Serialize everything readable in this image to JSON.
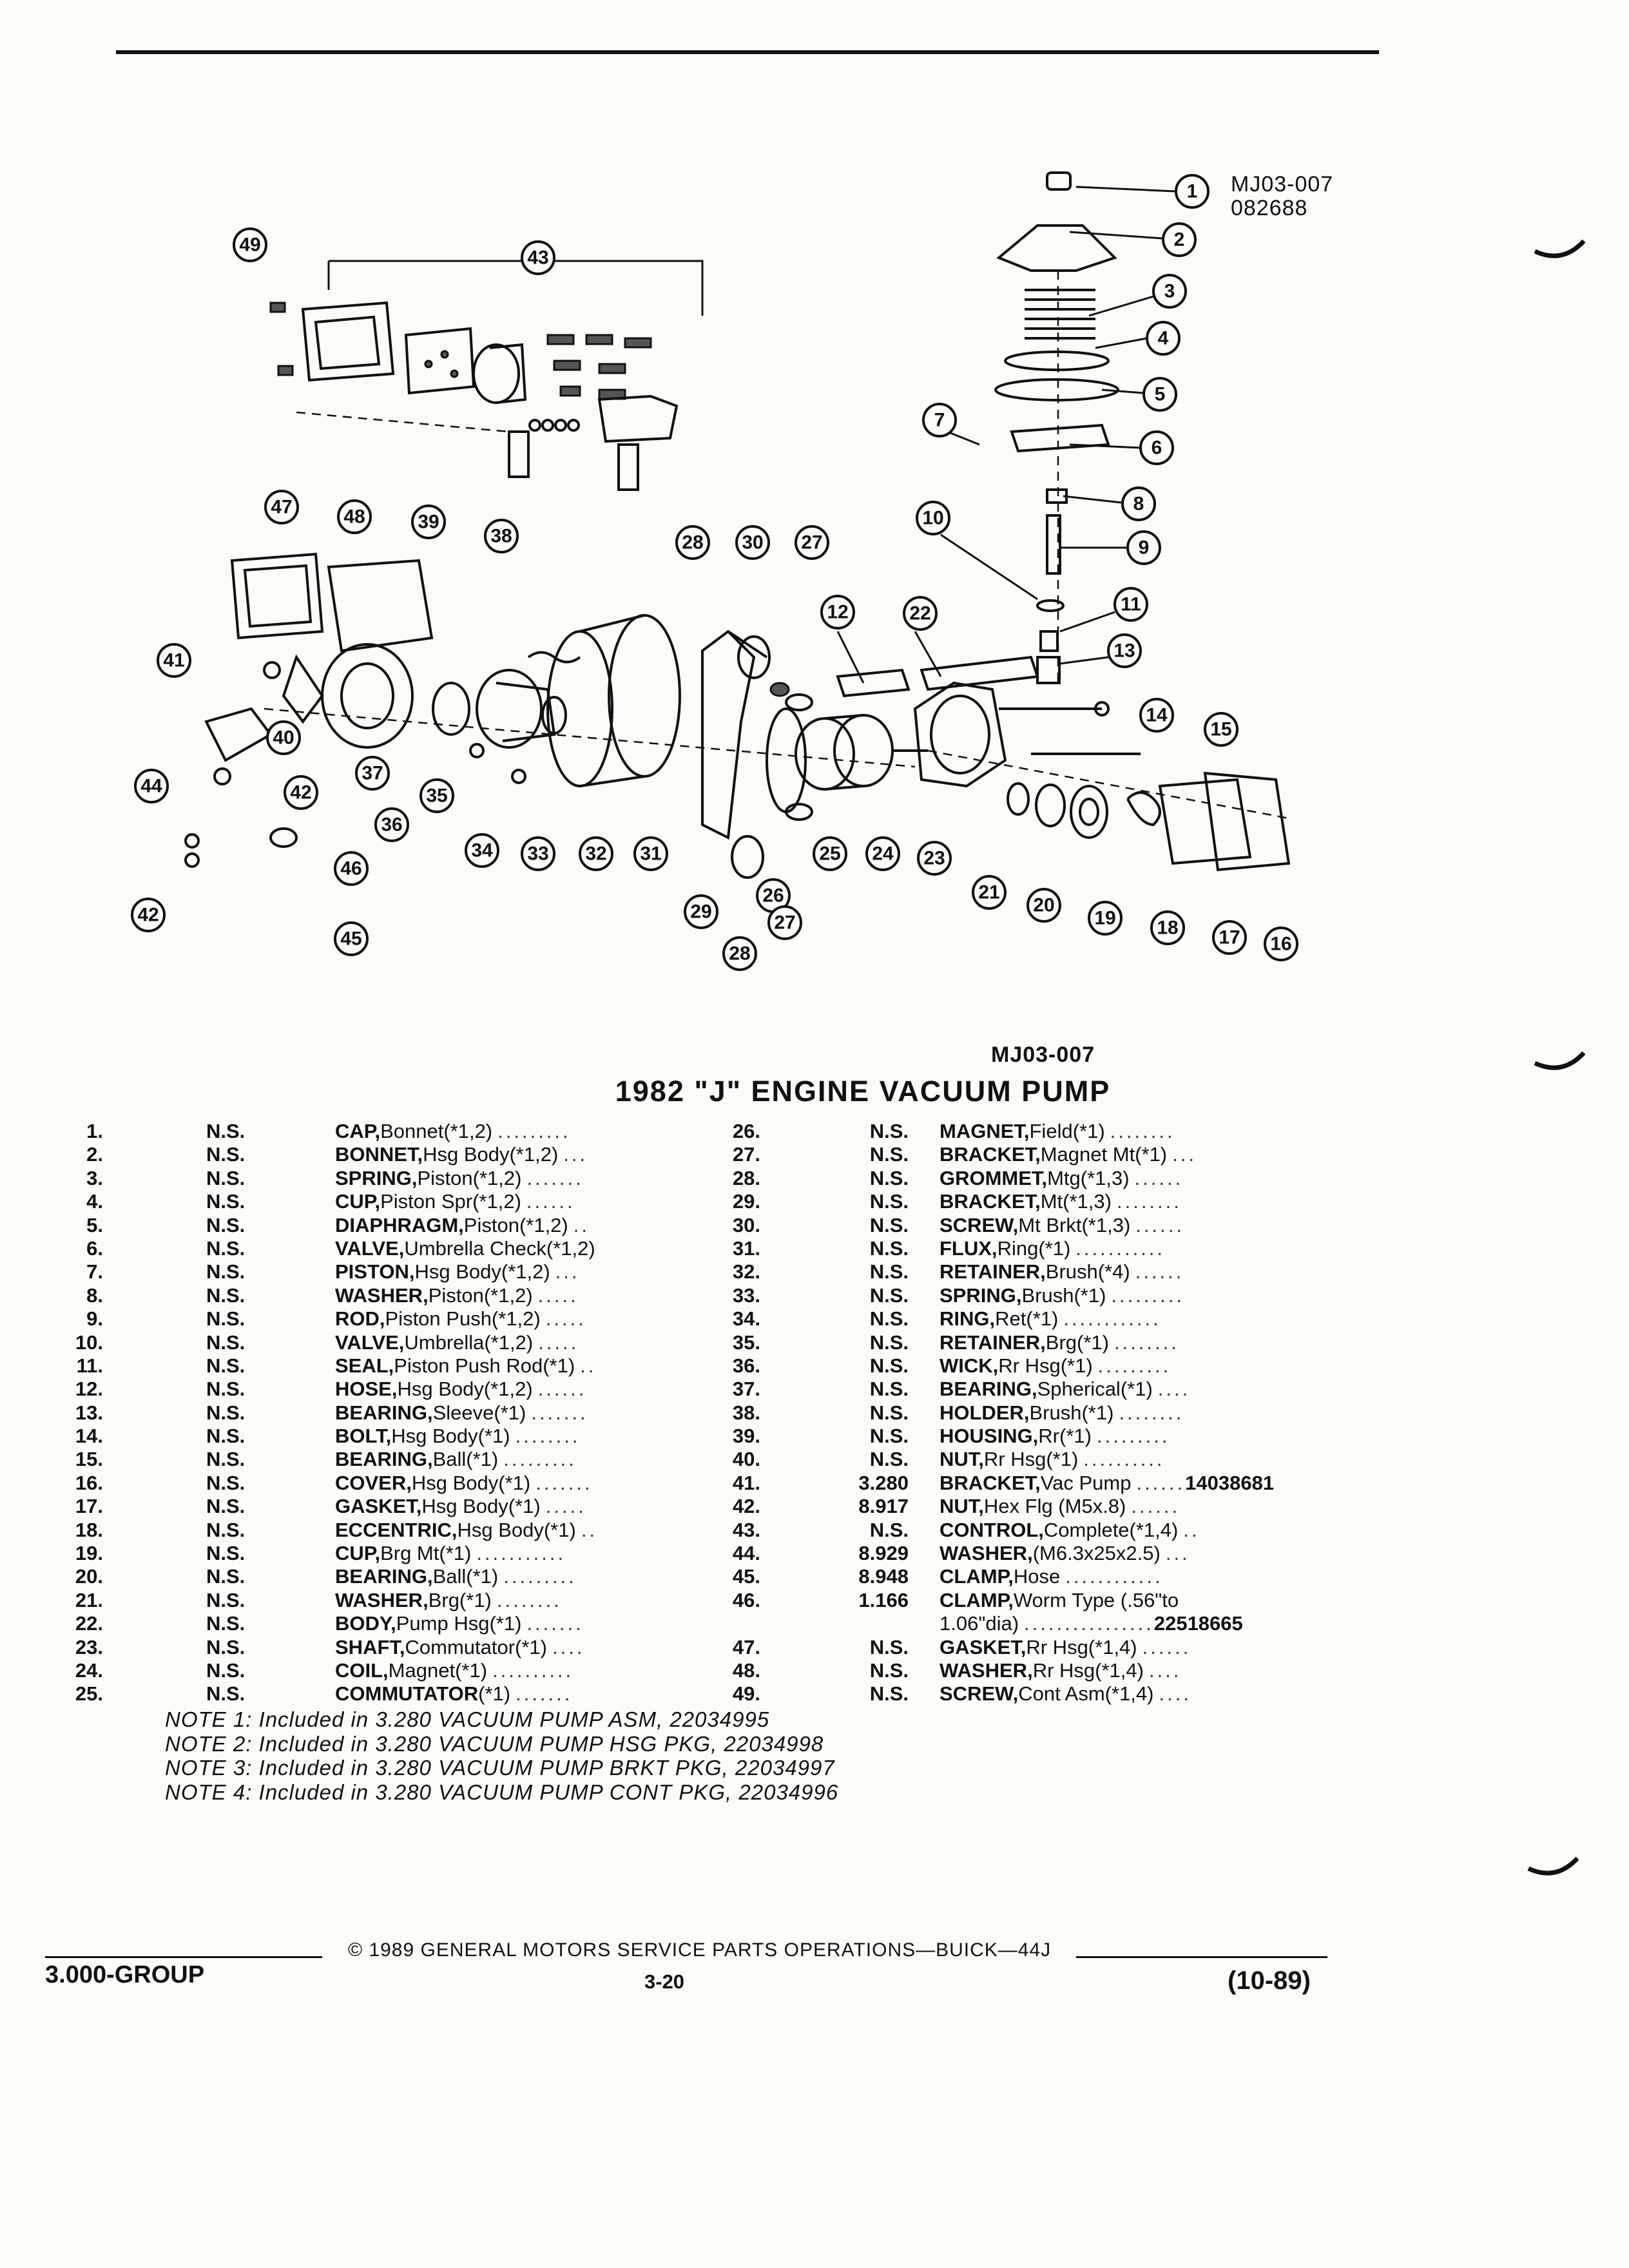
{
  "figure_code_top": [
    "MJ03-007",
    "082688"
  ],
  "figure_code_bottom": "MJ03-007",
  "title": "1982 \"J\" ENGINE VACUUM PUMP",
  "callouts": [
    "1",
    "2",
    "3",
    "4",
    "5",
    "6",
    "7",
    "8",
    "9",
    "10",
    "11",
    "12",
    "13",
    "14",
    "15",
    "16",
    "17",
    "18",
    "19",
    "20",
    "21",
    "22",
    "23",
    "24",
    "25",
    "26",
    "27",
    "27",
    "28",
    "28",
    "29",
    "30",
    "31",
    "32",
    "33",
    "34",
    "35",
    "36",
    "37",
    "38",
    "39",
    "40",
    "41",
    "42",
    "42",
    "43",
    "44",
    "45",
    "46",
    "47",
    "48",
    "49"
  ],
  "parts_left": [
    {
      "num": "1.",
      "code": "N.S.",
      "name": "CAP,",
      "desc": " Bonnet(*1,2)",
      "dots": "........."
    },
    {
      "num": "2.",
      "code": "N.S.",
      "name": "BONNET,",
      "desc": " Hsg Body(*1,2)",
      "dots": "..."
    },
    {
      "num": "3.",
      "code": "N.S.",
      "name": "SPRING,",
      "desc": " Piston(*1,2)",
      "dots": "......."
    },
    {
      "num": "4.",
      "code": "N.S.",
      "name": "CUP,",
      "desc": " Piston Spr(*1,2)",
      "dots": "......"
    },
    {
      "num": "5.",
      "code": "N.S.",
      "name": "DIAPHRAGM,",
      "desc": " Piston(*1,2)",
      "dots": ".."
    },
    {
      "num": "6.",
      "code": "N.S.",
      "name": "VALVE,",
      "desc": " Umbrella Check(*1,2)",
      "dots": ""
    },
    {
      "num": "7.",
      "code": "N.S.",
      "name": "PISTON,",
      "desc": " Hsg Body(*1,2)",
      "dots": "..."
    },
    {
      "num": "8.",
      "code": "N.S.",
      "name": "WASHER,",
      "desc": " Piston(*1,2)",
      "dots": "....."
    },
    {
      "num": "9.",
      "code": "N.S.",
      "name": "ROD,",
      "desc": " Piston Push(*1,2)",
      "dots": "....."
    },
    {
      "num": "10.",
      "code": "N.S.",
      "name": "VALVE,",
      "desc": " Umbrella(*1,2)",
      "dots": "....."
    },
    {
      "num": "11.",
      "code": "N.S.",
      "name": "SEAL,",
      "desc": " Piston Push Rod(*1)",
      "dots": ".."
    },
    {
      "num": "12.",
      "code": "N.S.",
      "name": "HOSE,",
      "desc": " Hsg Body(*1,2)",
      "dots": "......"
    },
    {
      "num": "13.",
      "code": "N.S.",
      "name": "BEARING,",
      "desc": " Sleeve(*1)",
      "dots": "......."
    },
    {
      "num": "14.",
      "code": "N.S.",
      "name": "BOLT,",
      "desc": " Hsg Body(*1)",
      "dots": "........"
    },
    {
      "num": "15.",
      "code": "N.S.",
      "name": "BEARING,",
      "desc": " Ball(*1)",
      "dots": "........."
    },
    {
      "num": "16.",
      "code": "N.S.",
      "name": "COVER,",
      "desc": " Hsg Body(*1)",
      "dots": "......."
    },
    {
      "num": "17.",
      "code": "N.S.",
      "name": "GASKET,",
      "desc": " Hsg Body(*1)",
      "dots": "....."
    },
    {
      "num": "18.",
      "code": "N.S.",
      "name": "ECCENTRIC,",
      "desc": " Hsg Body(*1)",
      "dots": ".."
    },
    {
      "num": "19.",
      "code": "N.S.",
      "name": "CUP,",
      "desc": " Brg Mt(*1)",
      "dots": "..........."
    },
    {
      "num": "20.",
      "code": "N.S.",
      "name": "BEARING,",
      "desc": " Ball(*1)",
      "dots": "........."
    },
    {
      "num": "21.",
      "code": "N.S.",
      "name": "WASHER,",
      "desc": " Brg(*1)",
      "dots": "........"
    },
    {
      "num": "22.",
      "code": "N.S.",
      "name": "BODY,",
      "desc": " Pump Hsg(*1)",
      "dots": "......."
    },
    {
      "num": "23.",
      "code": "N.S.",
      "name": "SHAFT,",
      "desc": " Commutator(*1)",
      "dots": "...."
    },
    {
      "num": "24.",
      "code": "N.S.",
      "name": "COIL,",
      "desc": " Magnet(*1)",
      "dots": ".........."
    },
    {
      "num": "25.",
      "code": "N.S.",
      "name": "COMMUTATOR",
      "desc": " (*1)",
      "dots": "......."
    }
  ],
  "parts_right": [
    {
      "num": "26.",
      "code": "N.S.",
      "name": "MAGNET,",
      "desc": " Field(*1)",
      "dots": "........",
      "pn": ""
    },
    {
      "num": "27.",
      "code": "N.S.",
      "name": "BRACKET,",
      "desc": " Magnet Mt(*1)",
      "dots": "...",
      "pn": ""
    },
    {
      "num": "28.",
      "code": "N.S.",
      "name": "GROMMET,",
      "desc": " Mtg(*1,3)",
      "dots": "......",
      "pn": ""
    },
    {
      "num": "29.",
      "code": "N.S.",
      "name": "BRACKET,",
      "desc": " Mt(*1,3)",
      "dots": "........",
      "pn": ""
    },
    {
      "num": "30.",
      "code": "N.S.",
      "name": "SCREW,",
      "desc": " Mt Brkt(*1,3)",
      "dots": "......",
      "pn": ""
    },
    {
      "num": "31.",
      "code": "N.S.",
      "name": "FLUX,",
      "desc": " Ring(*1)",
      "dots": "...........",
      "pn": ""
    },
    {
      "num": "32.",
      "code": "N.S.",
      "name": "RETAINER,",
      "desc": " Brush(*4)",
      "dots": "......",
      "pn": ""
    },
    {
      "num": "33.",
      "code": "N.S.",
      "name": "SPRING,",
      "desc": " Brush(*1)",
      "dots": ".........",
      "pn": ""
    },
    {
      "num": "34.",
      "code": "N.S.",
      "name": "RING,",
      "desc": " Ret(*1)",
      "dots": "............",
      "pn": ""
    },
    {
      "num": "35.",
      "code": "N.S.",
      "name": "RETAINER,",
      "desc": " Brg(*1)",
      "dots": "........",
      "pn": ""
    },
    {
      "num": "36.",
      "code": "N.S.",
      "name": "WICK,",
      "desc": " Rr Hsg(*1)",
      "dots": ".........",
      "pn": ""
    },
    {
      "num": "37.",
      "code": "N.S.",
      "name": "BEARING,",
      "desc": " Spherical(*1)",
      "dots": "....",
      "pn": ""
    },
    {
      "num": "38.",
      "code": "N.S.",
      "name": "HOLDER,",
      "desc": " Brush(*1)",
      "dots": "........",
      "pn": ""
    },
    {
      "num": "39.",
      "code": "N.S.",
      "name": "HOUSING,",
      "desc": " Rr(*1)",
      "dots": ".........",
      "pn": ""
    },
    {
      "num": "40.",
      "code": "N.S.",
      "name": "NUT,",
      "desc": " Rr Hsg(*1)",
      "dots": "..........",
      "pn": ""
    },
    {
      "num": "41.",
      "code": "3.280",
      "name": "BRACKET,",
      "desc": " Vac Pump",
      "dots": "......",
      "pn": "14038681"
    },
    {
      "num": "42.",
      "code": "8.917",
      "name": "NUT,",
      "desc": " Hex Flg (M5x.8)",
      "dots": "......",
      "pn": ""
    },
    {
      "num": "43.",
      "code": "N.S.",
      "name": "CONTROL,",
      "desc": " Complete(*1,4)",
      "dots": "..",
      "pn": ""
    },
    {
      "num": "44.",
      "code": "8.929",
      "name": "WASHER,",
      "desc": " (M6.3x25x2.5)",
      "dots": "...",
      "pn": ""
    },
    {
      "num": "45.",
      "code": "8.948",
      "name": "CLAMP,",
      "desc": " Hose",
      "dots": "............",
      "pn": ""
    },
    {
      "num": "46.",
      "code": "1.166",
      "name": "CLAMP,",
      "desc": " Worm Type (.56\"to",
      "dots": "",
      "pn": ""
    },
    {
      "num": "",
      "code": "",
      "name": "",
      "desc": "1.06\"dia)",
      "dots": "................",
      "pn": "22518665"
    },
    {
      "num": "47.",
      "code": "N.S.",
      "name": "GASKET,",
      "desc": " Rr Hsg(*1,4)",
      "dots": "......",
      "pn": ""
    },
    {
      "num": "48.",
      "code": "N.S.",
      "name": "WASHER,",
      "desc": " Rr Hsg(*1,4)",
      "dots": "....",
      "pn": ""
    },
    {
      "num": "49.",
      "code": "N.S.",
      "name": "SCREW,",
      "desc": " Cont Asm(*1,4)",
      "dots": "....",
      "pn": ""
    }
  ],
  "notes": [
    "NOTE 1: Included in 3.280 VACUUM PUMP ASM, 22034995",
    "NOTE 2: Included in 3.280 VACUUM PUMP HSG PKG, 22034998",
    "NOTE 3: Included in 3.280 VACUUM PUMP BRKT PKG, 22034997",
    "NOTE 4: Included in 3.280 VACUUM PUMP CONT PKG, 22034996"
  ],
  "footer": {
    "copyright": "© 1989 GENERAL MOTORS SERVICE PARTS OPERATIONS—BUICK—44J",
    "group": "3.000-GROUP",
    "page": "3-20",
    "date": "(10-89)"
  }
}
